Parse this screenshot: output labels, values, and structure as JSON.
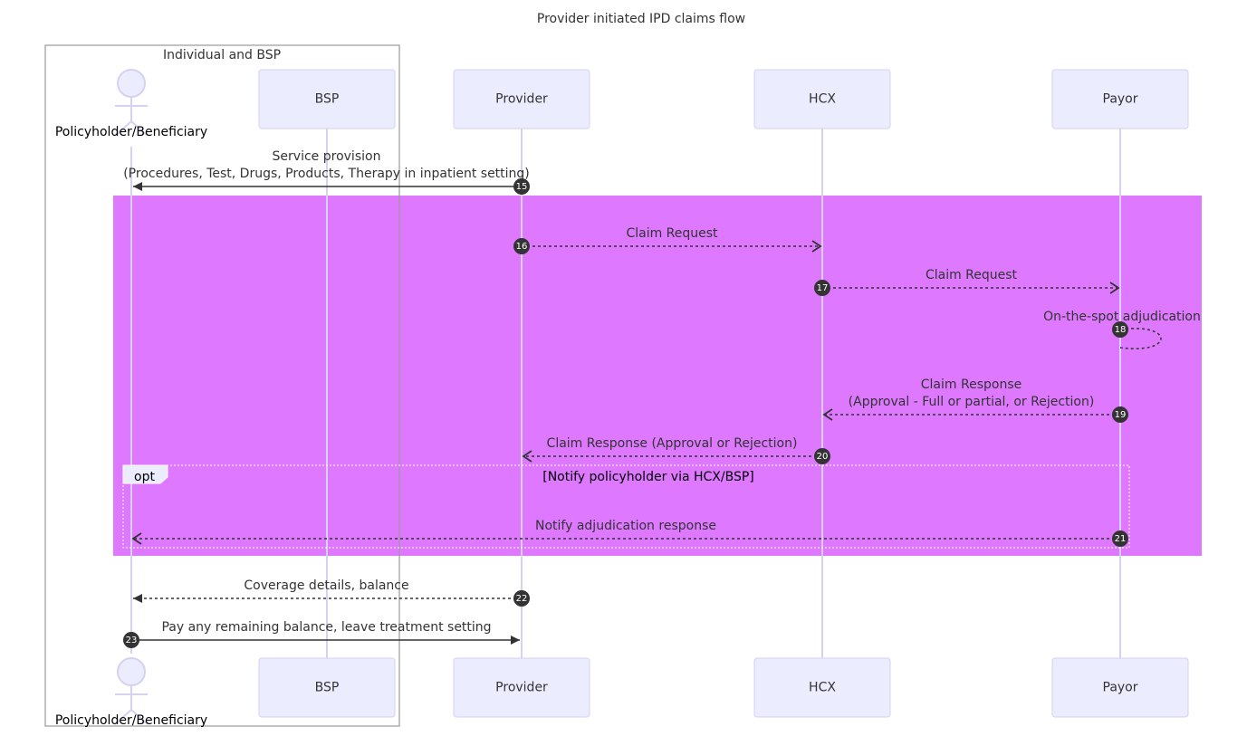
{
  "title": "Provider initiated IPD claims flow",
  "group_box": {
    "label": "Individual and BSP"
  },
  "actors": [
    {
      "id": "policyholder",
      "label": "Policyholder/Beneficiary",
      "kind": "person"
    },
    {
      "id": "bsp",
      "label": "BSP",
      "kind": "box"
    },
    {
      "id": "provider",
      "label": "Provider",
      "kind": "box"
    },
    {
      "id": "hcx",
      "label": "HCX",
      "kind": "box"
    },
    {
      "id": "payor",
      "label": "Payor",
      "kind": "box"
    }
  ],
  "highlight_block": {
    "color": "#DD78FF"
  },
  "opt_block": {
    "label": "opt",
    "condition": "[Notify policyholder via HCX/BSP]"
  },
  "messages": [
    {
      "seq": "15",
      "from": "provider",
      "to": "policyholder",
      "style": "solid",
      "head": "filled",
      "lines": [
        "Service provision",
        "(Procedures, Test, Drugs, Products, Therapy in inpatient setting)"
      ]
    },
    {
      "seq": "16",
      "from": "provider",
      "to": "hcx",
      "style": "dotted",
      "head": "open",
      "lines": [
        "Claim Request"
      ]
    },
    {
      "seq": "17",
      "from": "hcx",
      "to": "payor",
      "style": "dotted",
      "head": "open",
      "lines": [
        "Claim Request"
      ]
    },
    {
      "seq": "18",
      "from": "payor",
      "to": "payor",
      "style": "dotted",
      "head": "none",
      "lines": [
        "On-the-spot adjudication"
      ]
    },
    {
      "seq": "19",
      "from": "payor",
      "to": "hcx",
      "style": "dotted",
      "head": "open",
      "lines": [
        "Claim Response",
        "(Approval - Full or partial, or Rejection)"
      ]
    },
    {
      "seq": "20",
      "from": "hcx",
      "to": "provider",
      "style": "dotted",
      "head": "open",
      "lines": [
        "Claim Response (Approval or Rejection)"
      ]
    },
    {
      "seq": "21",
      "from": "payor",
      "to": "policyholder",
      "style": "dotted",
      "head": "open",
      "lines": [
        "Notify adjudication response"
      ]
    },
    {
      "seq": "22",
      "from": "provider",
      "to": "policyholder",
      "style": "dotted",
      "head": "filled",
      "lines": [
        "Coverage details, balance"
      ]
    },
    {
      "seq": "23",
      "from": "policyholder",
      "to": "provider",
      "style": "solid",
      "head": "filled",
      "lines": [
        "Pay any remaining balance, leave treatment setting"
      ]
    }
  ]
}
